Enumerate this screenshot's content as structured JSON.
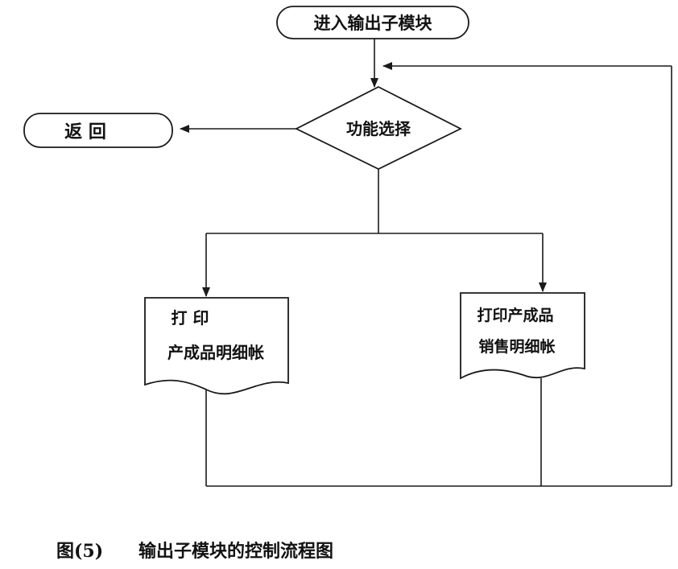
{
  "diagram": {
    "nodes": {
      "start": {
        "label": "进入输出子模块"
      },
      "return": {
        "label": "返 回"
      },
      "decision": {
        "label": "功能选择"
      },
      "doc_left": {
        "line1": "打 印",
        "line2": "产成品明细帐"
      },
      "doc_right": {
        "line1": "打印产成品",
        "line2": "销售明细帐"
      }
    }
  },
  "caption": {
    "label": "图(5)",
    "text": "输出子模块的控制流程图"
  }
}
